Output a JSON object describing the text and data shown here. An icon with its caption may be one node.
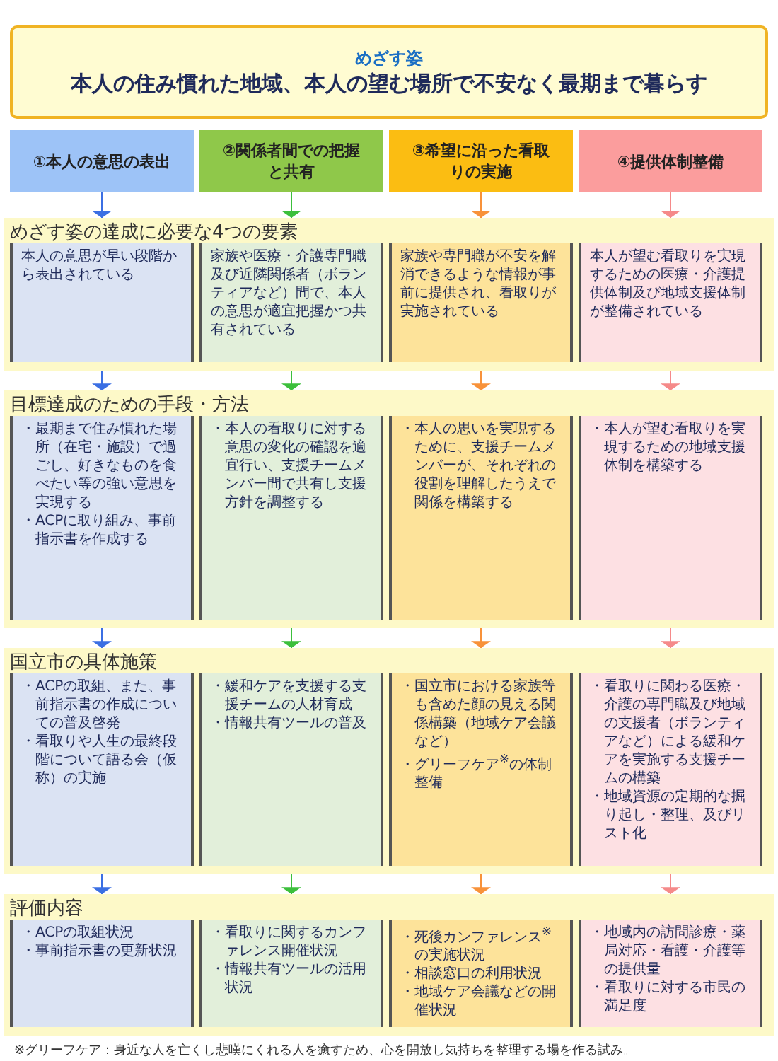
{
  "diagram": {
    "caption": "※グリーフケア：身近な人を亡くし悲嘆にくれる人を癒すため、心を開放し気持ちを整理する場を作る試み。",
    "nodes": [
      {
        "text": [
          "めざす姿",
          "本人の住み慣れた地域、本人の望む場所で不安なく最期まで暮らす"
        ]
      },
      {
        "text": [
          "①本人の意思の表出"
        ]
      },
      {
        "text": [
          "②関係者間での把握と共有"
        ]
      },
      {
        "text": [
          "③希望に沿った看取りの実施"
        ]
      },
      {
        "text": [
          "④提供体制整備"
        ]
      },
      {
        "text": [
          "めざす姿の達成に必要な4つの要素"
        ]
      },
      {
        "text": [
          "本人の意思が早い段階から表出されている"
        ],
        "in": 5
      },
      {
        "text": [
          "家族や医療・介護専門職及び近隣関係者（ボランティアなど）間で、本人の意思が適宜把握かつ共有されている"
        ],
        "in": 5
      },
      {
        "text": [
          "家族や専門職が不安を解消できるような情報が事前に提供され、看取りが実施されている"
        ],
        "in": 5
      },
      {
        "text": [
          "本人が望む看取りを実現するための医療・介護提供体制及び地域支援体制が整備されている"
        ],
        "in": 5
      },
      {
        "text": [
          "目標達成のための手段・方法"
        ]
      },
      {
        "text": [
          "・最期まで住み慣れた場所（在宅・施設）で過ごし、好きなものを食べたい等の強い意思を実現する",
          "・ACPに取り組み、事前指示書を作成する"
        ],
        "in": 10
      },
      {
        "text": [
          "・本人の看取りに対する意思の変化の確認を適宜行い、支援チームメンバー間で共有し支援方針を調整する"
        ],
        "in": 10
      },
      {
        "text": [
          "・本人の思いを実現するために、支援チームメンバーが、それぞれの役割を理解したうえで関係を構築する"
        ],
        "in": 10
      },
      {
        "text": [
          "・本人が望む看取りを実現するための地域支援体制を構築する"
        ],
        "in": 10
      },
      {
        "text": [
          "国立市の具体施策"
        ]
      },
      {
        "text": [
          "・ACPの取組、また、事前指示書の作成についての普及啓発",
          "・看取りや人生の最終段階について語る会（仮称）の実施"
        ],
        "in": 15
      },
      {
        "text": [
          "・緩和ケアを支援する支援チームの人材育成",
          "・情報共有ツールの普及"
        ],
        "in": 15
      },
      {
        "text": [
          "・国立市における家族等も含めた顔の見える関係構築（地域ケア会議など）",
          "・グリーフケア$^{※}$の体制整備"
        ],
        "in": 15
      },
      {
        "text": [
          "・看取りに関わる医療・介護の専門職及び地域の支援者（ボランティアなど）による緩和ケアを実施する支援チームの構築",
          "・地域資源の定期的な掘り起し・整理、及びリスト化"
        ],
        "in": 15
      },
      {
        "text": [
          "評価内容"
        ]
      },
      {
        "text": [
          "・ACPの取組状況",
          "・事前指示書の更新状況"
        ],
        "in": 20
      },
      {
        "text": [
          "・看取りに関するカンファレンス開催状況",
          "・情報共有ツールの活用状況"
        ],
        "in": 20
      },
      {
        "text": [
          "・死後カンファレンス$^{※}$の実施状況",
          "・相談窓口の利用状況",
          "・地域ケア会議などの開催状況"
        ],
        "in": 20
      },
      {
        "text": [
          "・地域内の訪問診療・薬局対応・看護・介護等の提供量",
          "・看取りに対する市民の満足度"
        ],
        "in": 20
      }
    ],
    "edges": [
      {
        "from": 1,
        "to": 5,
        "arrow": "to",
        "color": "#3b6fe3"
      },
      {
        "from": 2,
        "to": 5,
        "arrow": "to",
        "color": "#3cbf3c"
      },
      {
        "from": 3,
        "to": 5,
        "arrow": "to",
        "color": "#f8923a"
      },
      {
        "from": 4,
        "to": 5,
        "arrow": "to",
        "color": "#f58a8a"
      },
      {
        "from": 6,
        "to": 10,
        "arrow": "to",
        "color": "#3b6fe3"
      },
      {
        "from": 7,
        "to": 10,
        "arrow": "to",
        "color": "#3cbf3c"
      },
      {
        "from": 8,
        "to": 10,
        "arrow": "to",
        "color": "#f8923a"
      },
      {
        "from": 9,
        "to": 10,
        "arrow": "to",
        "color": "#f58a8a"
      },
      {
        "from": 11,
        "to": 15,
        "arrow": "to",
        "color": "#3b6fe3"
      },
      {
        "from": 12,
        "to": 15,
        "arrow": "to",
        "color": "#3cbf3c"
      },
      {
        "from": 13,
        "to": 15,
        "arrow": "to",
        "color": "#f8923a"
      },
      {
        "from": 14,
        "to": 15,
        "arrow": "to",
        "color": "#f58a8a"
      },
      {
        "from": 16,
        "to": 20,
        "arrow": "to",
        "color": "#3b6fe3"
      },
      {
        "from": 17,
        "to": 20,
        "arrow": "to",
        "color": "#3cbf3c"
      },
      {
        "from": 18,
        "to": 20,
        "arrow": "to",
        "color": "#f8923a"
      },
      {
        "from": 19,
        "to": 20,
        "arrow": "to",
        "color": "#f58a8a"
      }
    ]
  }
}
